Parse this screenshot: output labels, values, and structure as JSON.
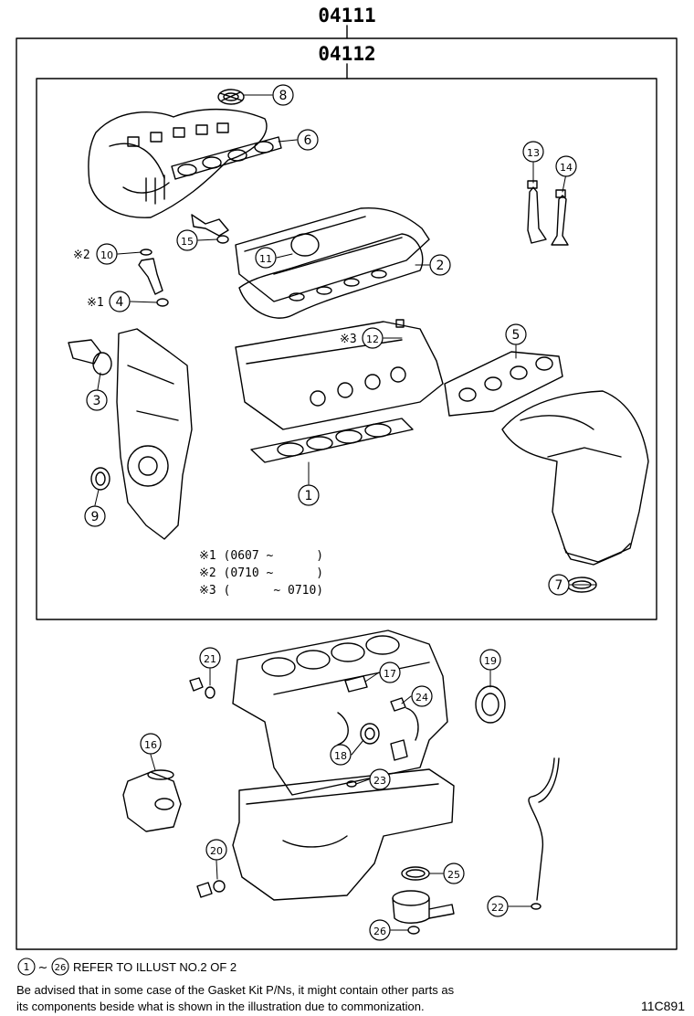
{
  "header": {
    "outer_kit_code": "04111",
    "inner_kit_code": "04112"
  },
  "callouts": [
    {
      "label": "1"
    },
    {
      "label": "2"
    },
    {
      "label": "3"
    },
    {
      "label": "4"
    },
    {
      "label": "5"
    },
    {
      "label": "6"
    },
    {
      "label": "7"
    },
    {
      "label": "8"
    },
    {
      "label": "9"
    },
    {
      "label": "10"
    },
    {
      "label": "11"
    },
    {
      "label": "12"
    },
    {
      "label": "13"
    },
    {
      "label": "14"
    },
    {
      "label": "15"
    },
    {
      "label": "16"
    },
    {
      "label": "17"
    },
    {
      "label": "18"
    },
    {
      "label": "19"
    },
    {
      "label": "20"
    },
    {
      "label": "21"
    },
    {
      "label": "22"
    },
    {
      "label": "23"
    },
    {
      "label": "24"
    },
    {
      "label": "25"
    },
    {
      "label": "26"
    }
  ],
  "marks": {
    "m10": "※2",
    "m4": "※1",
    "m12": "※3"
  },
  "notes": [
    "※1 (0607 ~      )",
    "※2 (0710 ~      )",
    "※3 (      ~ 0710)"
  ],
  "footer": {
    "range_start": "1",
    "range_sep": "~",
    "range_end": "26",
    "refer_text": "REFER TO ILLUST NO.2 OF 2",
    "advisory_line1": "Be advised that in some case of the Gasket Kit P/Ns,  it might contain other parts as",
    "advisory_line2": "its components beside what is shown in the illustration due to commonization.",
    "diagram_id": "11C891"
  }
}
